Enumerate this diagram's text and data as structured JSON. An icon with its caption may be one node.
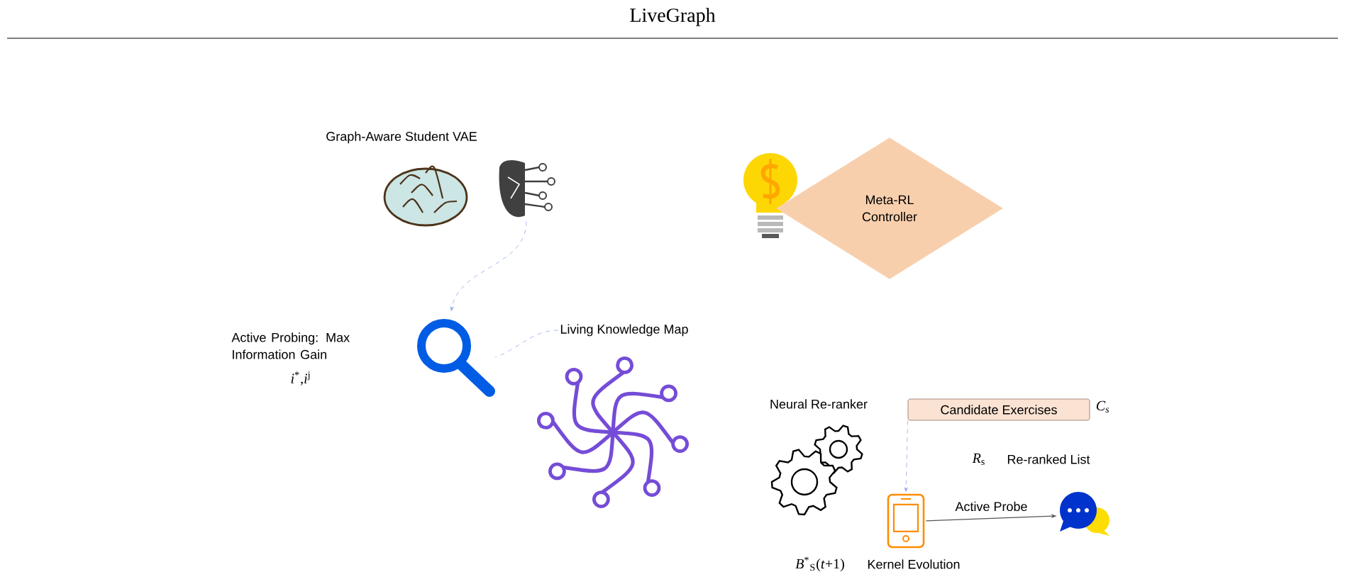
{
  "diagram": {
    "title": "LiveGraph",
    "nodes": [
      {
        "text": [],
        "shape": "picture"
      },
      {
        "text": [],
        "shape": "picture"
      },
      {
        "text": [
          "Living Knowledge Map"
        ]
      },
      {
        "text": [
          "Meta-RL Controller"
        ]
      },
      {
        "text": [
          "Candidate Exercises"
        ],
        "beside": [
          "*C*$_{s}$"
        ]
      },
      {
        "text": [],
        "shape": "picture"
      },
      {
        "text": [],
        "shape": "picture"
      }
    ],
    "edges": [
      {
        "from": 0,
        "to": 1,
        "arrow": "to",
        "style": "dashed",
        "color": "#8fa8e8"
      },
      {
        "from": 2,
        "to": 1,
        "arrow": "none",
        "style": "dashed",
        "color": "#8fa8e8"
      },
      {
        "from": 4,
        "to": 5,
        "arrow": "to",
        "style": "dashed",
        "color": "#8fa8e8"
      },
      {
        "from": 5,
        "to": 6,
        "arrow": "to",
        "label": "Active Probe",
        "color": "#555555"
      }
    ],
    "labels": [
      "Graph-Aware Student VAE",
      "Active Probing: Max Information Gain",
      "*i*$^{*}$,*i*$^{j}$",
      "Neural Re-ranker",
      "*R*$_{s}$",
      "Re-ranked List",
      "*B*$^{*}$$_{S}$(*t*+1)",
      "Kernel Evolution"
    ]
  }
}
